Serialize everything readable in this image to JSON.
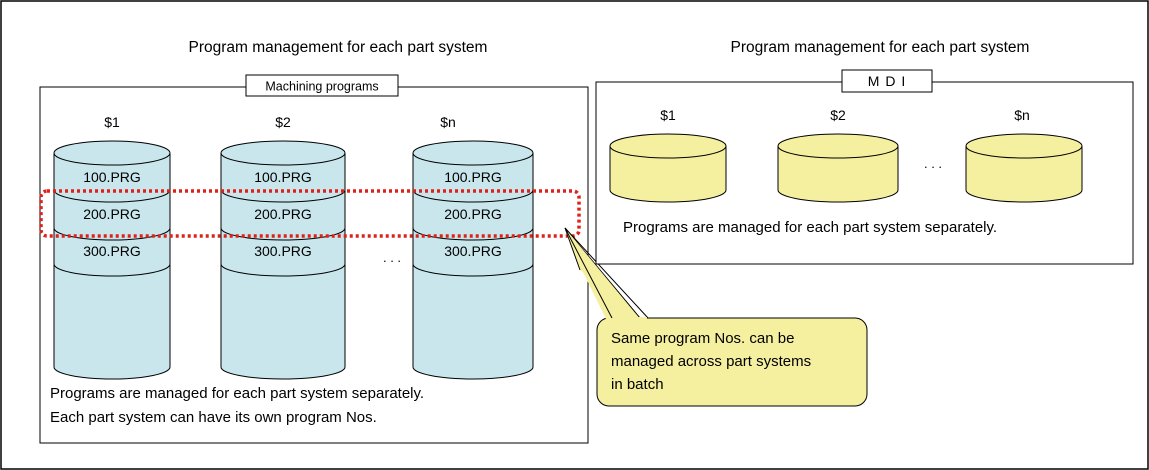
{
  "left": {
    "title": "Program management for each part system",
    "box_label": "Machining programs",
    "columns": [
      {
        "label": "$1",
        "programs": [
          "100.PRG",
          "200.PRG",
          "300.PRG"
        ]
      },
      {
        "label": "$2",
        "programs": [
          "100.PRG",
          "200.PRG",
          "300.PRG"
        ]
      },
      {
        "label": "$n",
        "programs": [
          "100.PRG",
          "200.PRG",
          "300.PRG"
        ]
      }
    ],
    "ellipsis": ". . .",
    "note_line1": "Programs are managed for each part system separately.",
    "note_line2": "Each part system can have its own program Nos."
  },
  "right": {
    "title": "Program management for each part system",
    "box_label": "M D I",
    "columns": [
      {
        "label": "$1"
      },
      {
        "label": "$2"
      },
      {
        "label": "$n"
      }
    ],
    "ellipsis": ". . .",
    "note": "Programs are managed for each part system separately."
  },
  "callout": {
    "line1": "Same program Nos. can be",
    "line2": "managed across part systems",
    "line3": "in batch"
  },
  "colors": {
    "cylinder_blue": "#c8e6ec",
    "cylinder_yellow": "#f5f0a0",
    "callout_fill": "#f5f0a0",
    "highlight_dotted": "#e0201a"
  }
}
